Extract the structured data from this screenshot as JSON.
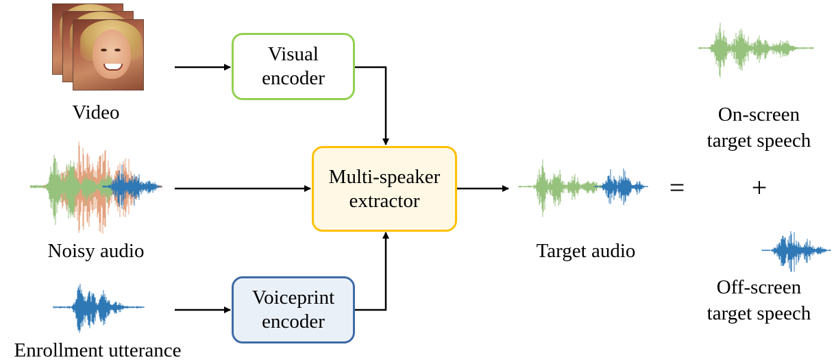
{
  "colors": {
    "green": "#97C27E",
    "blue": "#2F78B6",
    "orange": "#E3A17E",
    "visual_box_border": "#92D050",
    "visual_box_fill": "#FFFFFF",
    "extractor_border": "#FFC000",
    "extractor_fill": "#FFF8E5",
    "voiceprint_border": "#3E6AA6",
    "voiceprint_fill": "#EAF0F8",
    "arrow": "#000000"
  },
  "inputs": {
    "video_label": "Video",
    "noisy_audio_label": "Noisy audio",
    "enrollment_label": "Enrollment utterance"
  },
  "blocks": {
    "visual_encoder": [
      "Visual",
      "encoder"
    ],
    "extractor": [
      "Multi-speaker",
      "extractor"
    ],
    "voiceprint_encoder": [
      "Voiceprint",
      "encoder"
    ]
  },
  "outputs": {
    "target_audio_label": "Target audio",
    "equals_sign": "=",
    "plus_sign": "+",
    "on_screen_label": [
      "On-screen",
      "target speech"
    ],
    "off_screen_label": [
      "Off-screen",
      "target speech"
    ]
  }
}
